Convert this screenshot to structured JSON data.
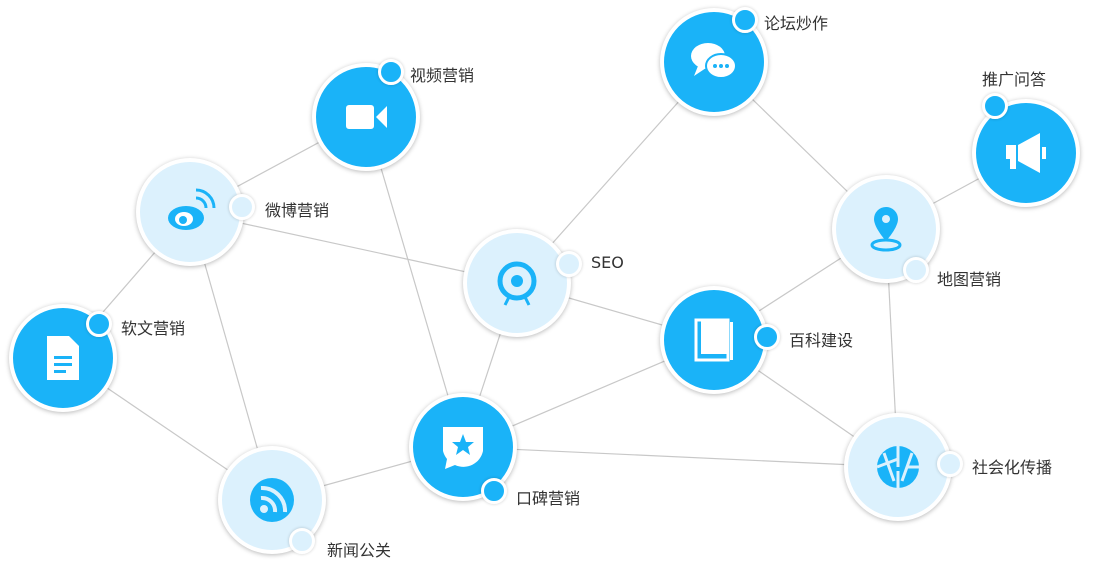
{
  "colors": {
    "dark": "#1ab3f8",
    "light": "#dcf1fd",
    "edge": "#c8c8c8"
  },
  "nodes": [
    {
      "id": "video",
      "label": "视频营销",
      "theme": "dark",
      "icon": "video-camera-icon"
    },
    {
      "id": "forum",
      "label": "论坛炒作",
      "theme": "dark",
      "icon": "chat-bubbles-icon"
    },
    {
      "id": "qa",
      "label": "推广问答",
      "theme": "dark",
      "icon": "megaphone-icon"
    },
    {
      "id": "weibo",
      "label": "微博营销",
      "theme": "light",
      "icon": "weibo-icon"
    },
    {
      "id": "seo",
      "label": "SEO",
      "theme": "light",
      "icon": "webcam-icon"
    },
    {
      "id": "map",
      "label": "地图营销",
      "theme": "light",
      "icon": "map-pin-icon"
    },
    {
      "id": "article",
      "label": "软文营销",
      "theme": "dark",
      "icon": "document-icon"
    },
    {
      "id": "wiki",
      "label": "百科建设",
      "theme": "dark",
      "icon": "book-icon"
    },
    {
      "id": "reputation",
      "label": "口碑营销",
      "theme": "dark",
      "icon": "star-badge-icon"
    },
    {
      "id": "social",
      "label": "社会化传播",
      "theme": "light",
      "icon": "aperture-icon"
    },
    {
      "id": "news",
      "label": "新闻公关",
      "theme": "light",
      "icon": "rss-icon"
    }
  ],
  "edges": [
    [
      "video",
      "weibo"
    ],
    [
      "video",
      "reputation"
    ],
    [
      "weibo",
      "seo"
    ],
    [
      "weibo",
      "article"
    ],
    [
      "weibo",
      "news"
    ],
    [
      "article",
      "news"
    ],
    [
      "news",
      "reputation"
    ],
    [
      "reputation",
      "seo"
    ],
    [
      "reputation",
      "wiki"
    ],
    [
      "reputation",
      "social"
    ],
    [
      "seo",
      "forum"
    ],
    [
      "seo",
      "wiki"
    ],
    [
      "forum",
      "map"
    ],
    [
      "map",
      "qa"
    ],
    [
      "map",
      "wiki"
    ],
    [
      "map",
      "social"
    ],
    [
      "wiki",
      "social"
    ]
  ]
}
